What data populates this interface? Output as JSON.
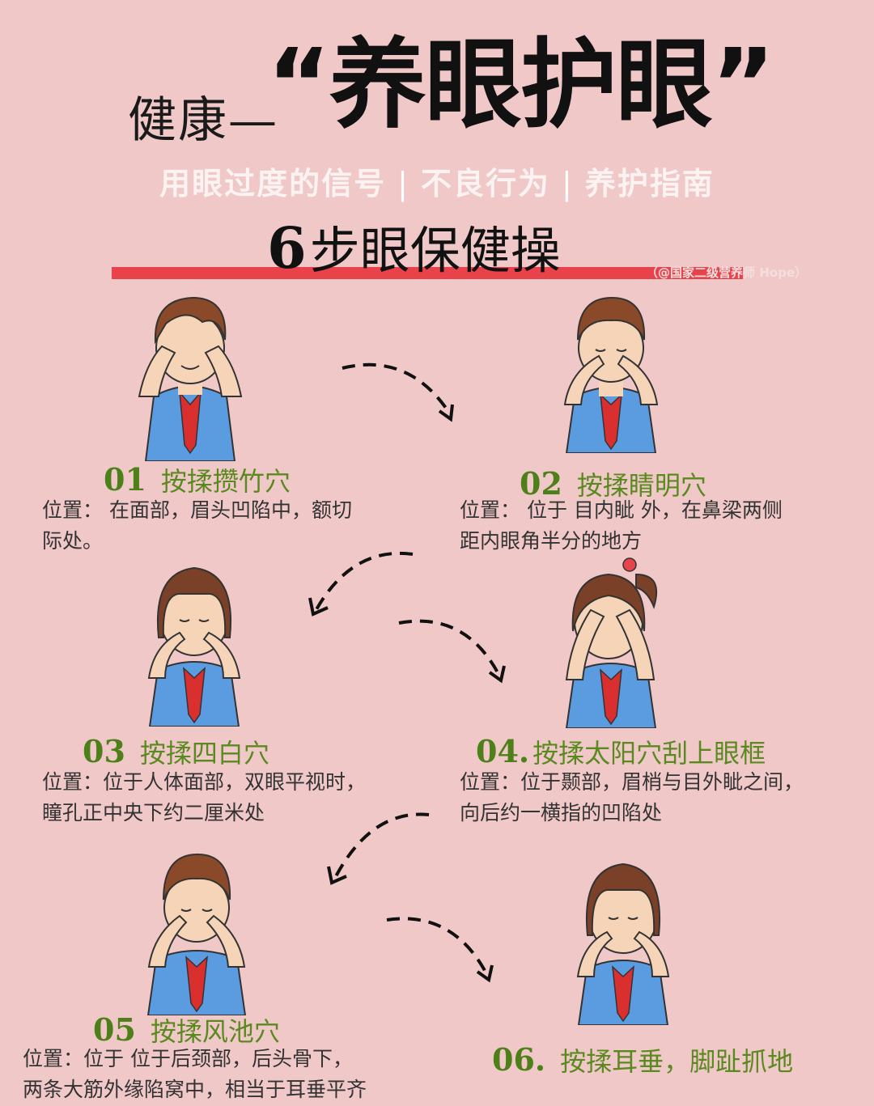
{
  "header": {
    "prefix": "健康—",
    "main": "“养眼护眼”",
    "subtitle": [
      "用眼过度的信号",
      "不良行为",
      "养护指南"
    ],
    "subtitle_sep": "|",
    "heading_num": "6",
    "heading_text": "步眼保健操",
    "watermark": "（@国家二级营养师 Hope）"
  },
  "steps": [
    {
      "num": "01",
      "title": "按揉攒竹穴",
      "desc": "位置：  在面部，眉头凹陷中，额切\n际处。"
    },
    {
      "num": "02",
      "title": "按揉睛明穴",
      "desc": "位置：   位于  目内眦  外，在鼻梁两侧\n距内眼角半分的地方"
    },
    {
      "num": "03",
      "title": "按揉四白穴",
      "desc": "位置：位于人体面部，双眼平视时，\n瞳孔正中央下约二厘米处"
    },
    {
      "num": "04.",
      "title": "按揉太阳穴刮上眼框",
      "desc": "位置：位于颞部，眉梢与目外眦之间，\n向后约一横指的凹陷处"
    },
    {
      "num": "05",
      "title": "按揉风池穴",
      "desc": "位置：位于  位于后颈部，后头骨下，\n两条大筋外缘陷窝中，相当于耳垂平齐"
    },
    {
      "num": "06.",
      "title": "按揉耳垂，脚趾抓地",
      "desc": ""
    }
  ],
  "colors": {
    "background": "#f0c8c8",
    "accent_red": "#e8434b",
    "step_green": "#5a8a1f",
    "shirt_blue": "#5b9be0"
  }
}
